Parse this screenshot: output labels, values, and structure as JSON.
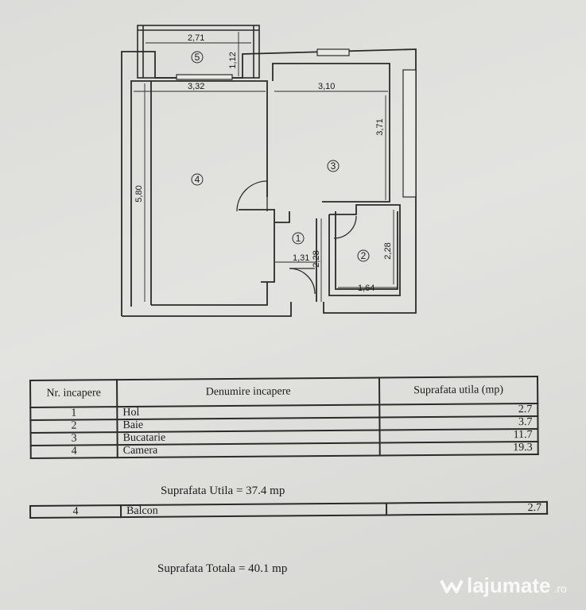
{
  "plan": {
    "dimensions": {
      "balcony_width": "2,71",
      "balcony_depth": "1,12",
      "room4_width": "3,32",
      "room4_length": "5,80",
      "room3_width": "3,10",
      "room3_length": "3,71",
      "hall_width": "1,31",
      "hall_length": "2,28",
      "bath_length": "2,28",
      "bath_width": "1,64"
    },
    "room_numbers": [
      "1",
      "2",
      "3",
      "4",
      "5"
    ]
  },
  "table": {
    "headers": [
      "Nr. incapere",
      "Denumire incapere",
      "Suprafata utila (mp)"
    ],
    "rows": [
      {
        "nr": "1",
        "name": "Hol",
        "area": "2.7"
      },
      {
        "nr": "2",
        "name": "Baie",
        "area": "3.7"
      },
      {
        "nr": "3",
        "name": "Bucatarie",
        "area": "11.7"
      },
      {
        "nr": "4",
        "name": "Camera",
        "area": "19.3"
      }
    ]
  },
  "useful_total": "Suprafata Utila = 37.4 mp",
  "balcony_row": {
    "nr": "4",
    "name": "Balcon",
    "area": "2.7"
  },
  "grand_total": "Suprafata Totala =  40.1 mp",
  "watermark": {
    "brand": "lajumate",
    "tld": ".ro"
  }
}
